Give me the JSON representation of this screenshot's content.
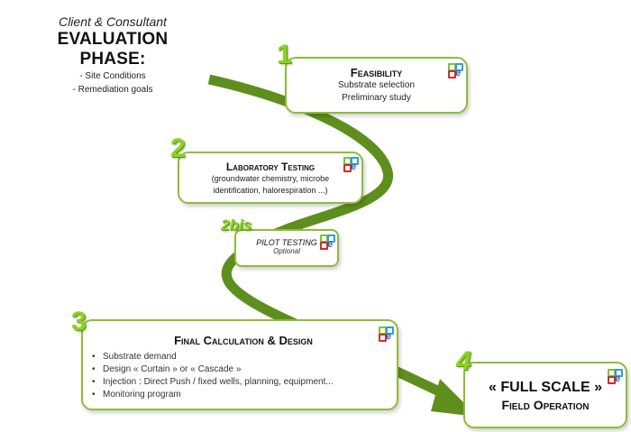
{
  "intro": {
    "subtitle": "Client & Consultant",
    "title": "EVALUATION PHASE:",
    "items": [
      "-  Site Conditions",
      "-    Remediation goals"
    ]
  },
  "colors": {
    "path": "#5e8f1e",
    "border": "#8fbc3a",
    "number": "#8cd320"
  },
  "steps": [
    {
      "number": "1",
      "title": "Feasibility",
      "lines": [
        "Substrate selection",
        "Preliminary study"
      ],
      "logo": "oe-logo-icon"
    },
    {
      "number": "2",
      "title": "Laboratory Testing",
      "lines": [
        "(groundwater chemistry, microbe",
        "identification, halorespiration ...)"
      ],
      "logo": "oe-logo-icon"
    },
    {
      "number": "2bis",
      "title": "PILOT TESTING",
      "lines": [
        "Optional"
      ],
      "logo": "oe-logo-icon"
    },
    {
      "number": "3",
      "title": "Final Calculation & Design",
      "bullets": [
        "Substrate demand",
        "Design « Curtain »  or « Cascade »",
        "Injection : Direct Push / fixed wells, planning, equipment...",
        "Monitoring program"
      ],
      "logo": "oe-logo-icon"
    },
    {
      "number": "4",
      "title": "« FULL SCALE »",
      "subtitle": "Field Operation",
      "logo": "oe-logo-icon"
    }
  ]
}
